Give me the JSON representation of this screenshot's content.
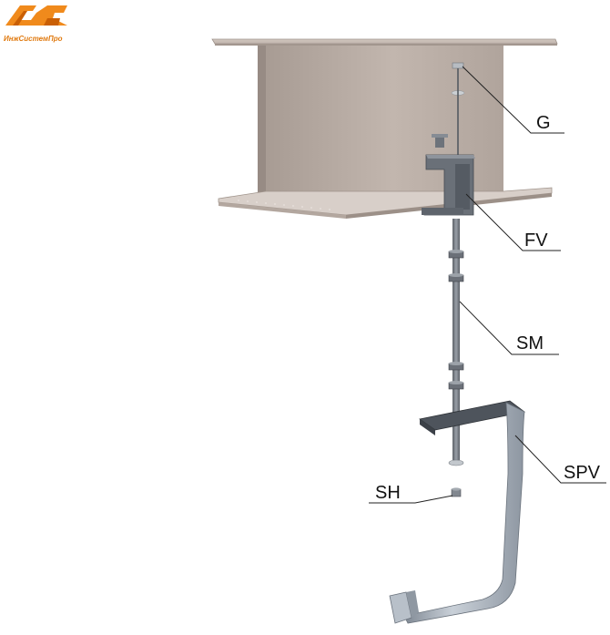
{
  "logo": {
    "caption": "ИнжСистемПро",
    "accent": "#f08a1c"
  },
  "colors": {
    "beam": "#b9aca3",
    "beam_dark": "#9e9088",
    "steel": "#a8aeb6",
    "steel_dark": "#5d636c",
    "rod": "#7d838b"
  },
  "callouts": [
    {
      "id": "G",
      "label": "G"
    },
    {
      "id": "FV",
      "label": "FV"
    },
    {
      "id": "SM",
      "label": "SM"
    },
    {
      "id": "SPV",
      "label": "SPV"
    },
    {
      "id": "SH",
      "label": "SH"
    }
  ]
}
